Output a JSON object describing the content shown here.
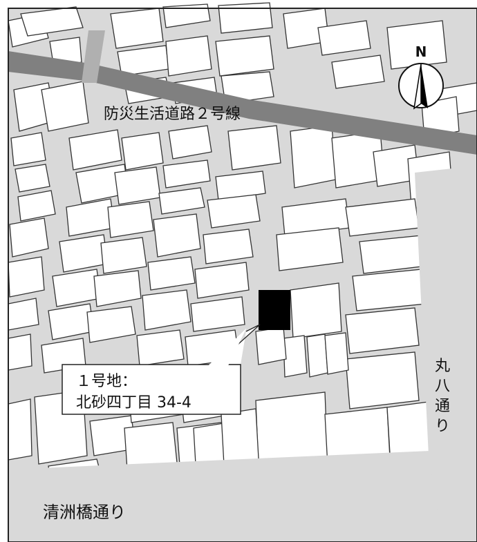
{
  "map": {
    "road_labels": {
      "disaster_road": "防災生活道路２号線",
      "kiyosubashi": "清洲橋通り",
      "maruhachi": "丸八通り"
    },
    "north_label": "N",
    "site": {
      "line1": "１号地：",
      "line2": "北砂四丁目 34-4"
    },
    "colors": {
      "ground": "#d9d9d9",
      "building_fill": "#ffffff",
      "building_stroke": "#333333",
      "disaster_road": "#808080",
      "site_fill": "#000000"
    }
  }
}
